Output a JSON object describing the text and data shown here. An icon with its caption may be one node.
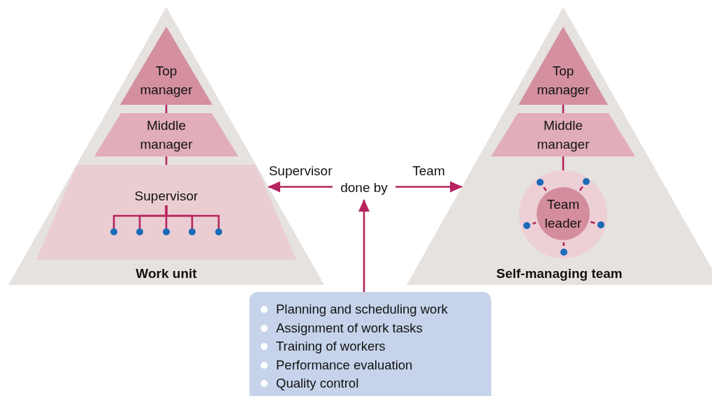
{
  "diagram": {
    "nodes": [
      {
        "text": [
          "Work unit"
        ]
      },
      {
        "text": [
          "Top manager"
        ],
        "in": 0
      },
      {
        "text": [
          "Middle manager"
        ],
        "in": 0
      },
      {
        "text": [],
        "shape": "trapezoid",
        "in": 0
      },
      {
        "text": [
          "Supervisor"
        ],
        "in": 3
      },
      {
        "text": [],
        "shape": "circle",
        "in": 3
      },
      {
        "text": [],
        "shape": "circle",
        "in": 3
      },
      {
        "text": [],
        "shape": "circle",
        "in": 3
      },
      {
        "text": [],
        "shape": "circle",
        "in": 3
      },
      {
        "text": [],
        "shape": "circle",
        "in": 3
      },
      {
        "text": [
          "Self-managing team"
        ]
      },
      {
        "text": [
          "Top manager"
        ],
        "in": 10
      },
      {
        "text": [
          "Middle manager"
        ],
        "in": 10
      },
      {
        "text": [],
        "shape": "circle",
        "in": 10
      },
      {
        "text": [
          "Team leader"
        ],
        "in": 13
      },
      {
        "text": [],
        "shape": "circle",
        "in": 13
      },
      {
        "text": [],
        "shape": "circle",
        "in": 13
      },
      {
        "text": [],
        "shape": "circle",
        "in": 13
      },
      {
        "text": [],
        "shape": "circle",
        "in": 13
      },
      {
        "text": [],
        "shape": "circle",
        "in": 13
      },
      {
        "text": [
          "done by"
        ]
      },
      {
        "text": [
          "Planning and scheduling work",
          "Assignment of work tasks",
          "Training of workers",
          "Performance evaluation",
          "Quality control"
        ]
      }
    ],
    "edges": [
      {
        "from": 1,
        "to": 2,
        "arrow": "none"
      },
      {
        "from": 2,
        "to": 3,
        "arrow": "none"
      },
      {
        "from": 4,
        "to": 5,
        "arrow": "none"
      },
      {
        "from": 4,
        "to": 6,
        "arrow": "none"
      },
      {
        "from": 4,
        "to": 7,
        "arrow": "none"
      },
      {
        "from": 4,
        "to": 8,
        "arrow": "none"
      },
      {
        "from": 4,
        "to": 9,
        "arrow": "none"
      },
      {
        "from": 11,
        "to": 12,
        "arrow": "none"
      },
      {
        "from": 12,
        "to": 13,
        "arrow": "none"
      },
      {
        "from": 14,
        "to": 15,
        "arrow": "none"
      },
      {
        "from": 14,
        "to": 16,
        "arrow": "none"
      },
      {
        "from": 14,
        "to": 17,
        "arrow": "none"
      },
      {
        "from": 14,
        "to": 18,
        "arrow": "none"
      },
      {
        "from": 14,
        "to": 19,
        "arrow": "none"
      },
      {
        "from": 20,
        "to": 0,
        "arrow": "to",
        "label": "Supervisor"
      },
      {
        "from": 20,
        "to": 10,
        "arrow": "to",
        "label": "Team"
      },
      {
        "from": 21,
        "to": 20,
        "arrow": "to"
      }
    ]
  }
}
